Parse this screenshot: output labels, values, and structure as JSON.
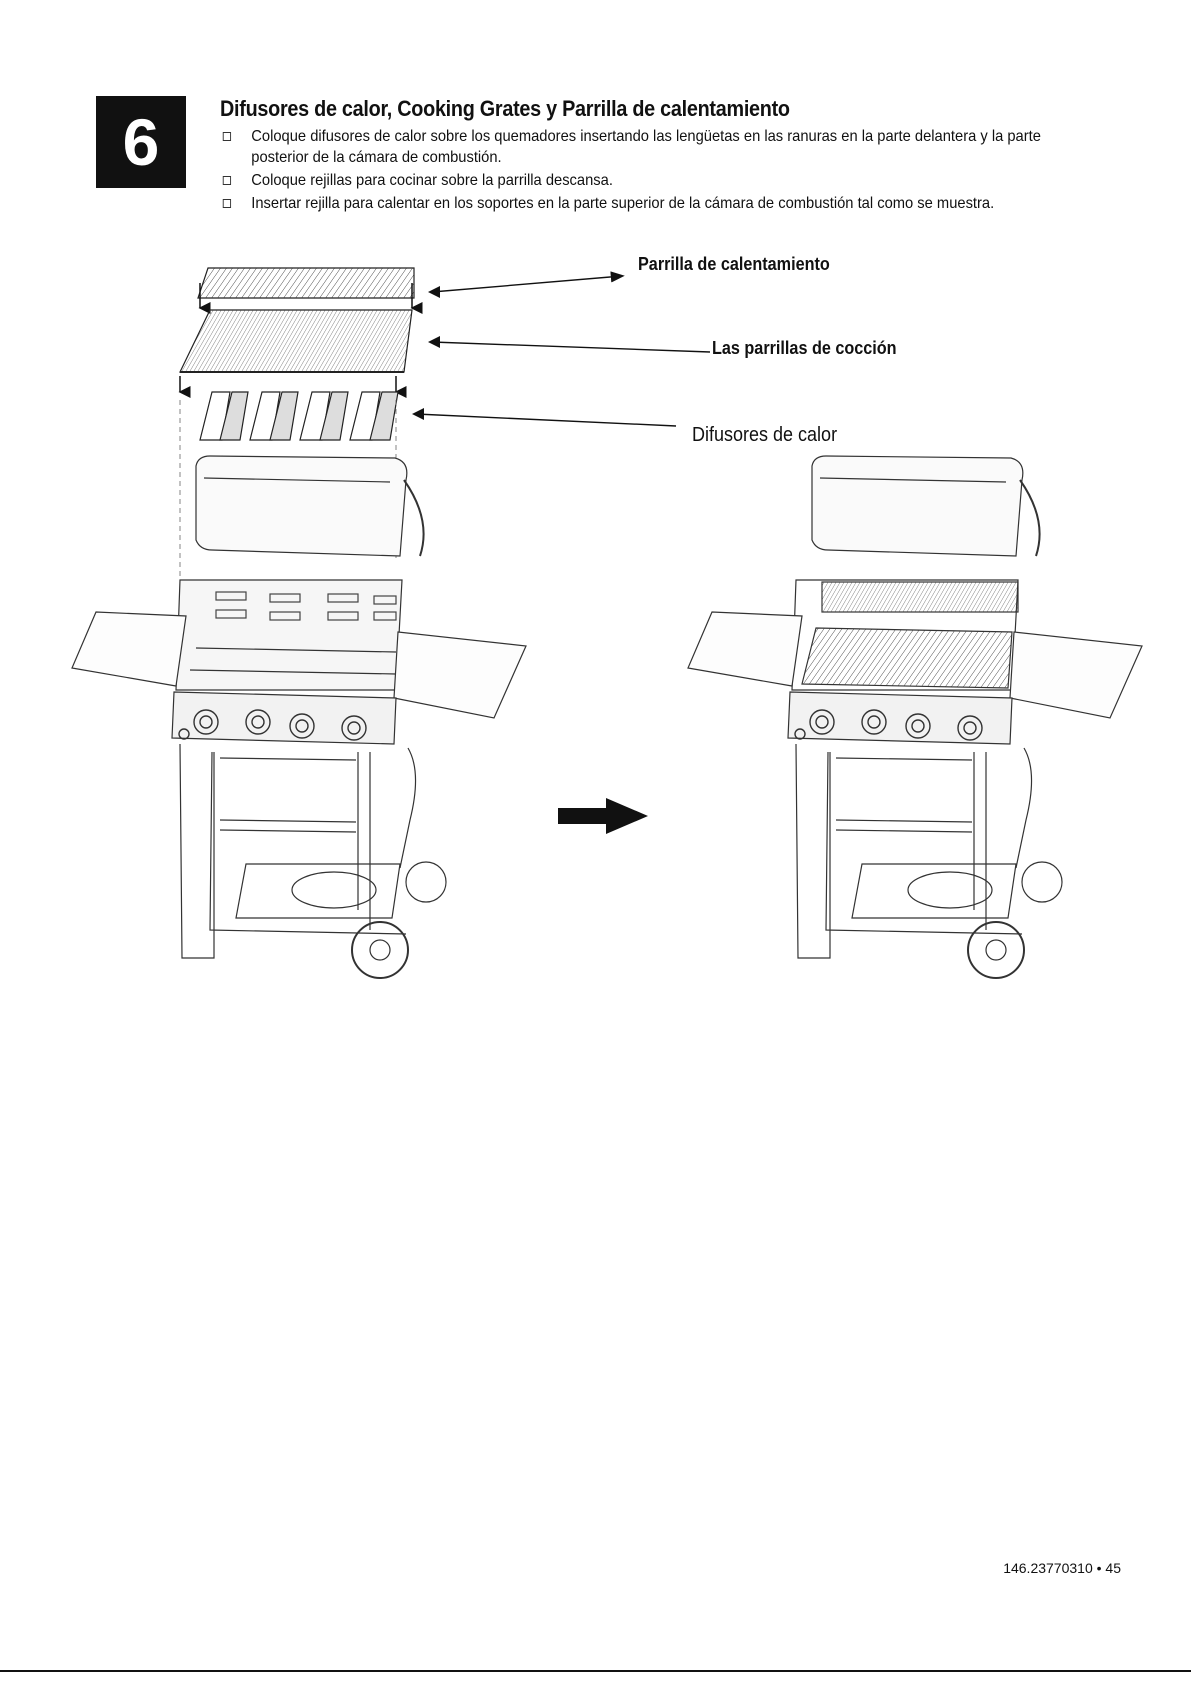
{
  "step": {
    "number": "6"
  },
  "title": "Difusores de calor, Cooking Grates y Parrilla de calentamiento",
  "instructions": [
    "Coloque difusores de calor sobre los quemadores insertando las lengüetas en las ranuras en la parte delantera y la parte posterior de la cámara de combustión.",
    "Coloque rejillas para cocinar sobre la parrilla descansa.",
    "Insertar rejilla para calentar en los soportes en la parte superior de la cámara de combustión tal como se muestra."
  ],
  "callouts": {
    "warming_rack": "Parrilla de calentamiento",
    "cooking_grates": "Las parrillas de cocción",
    "heat_diffusers": "Difusores de calor"
  },
  "footer": {
    "page_ref": "146.23770310 • 45"
  }
}
